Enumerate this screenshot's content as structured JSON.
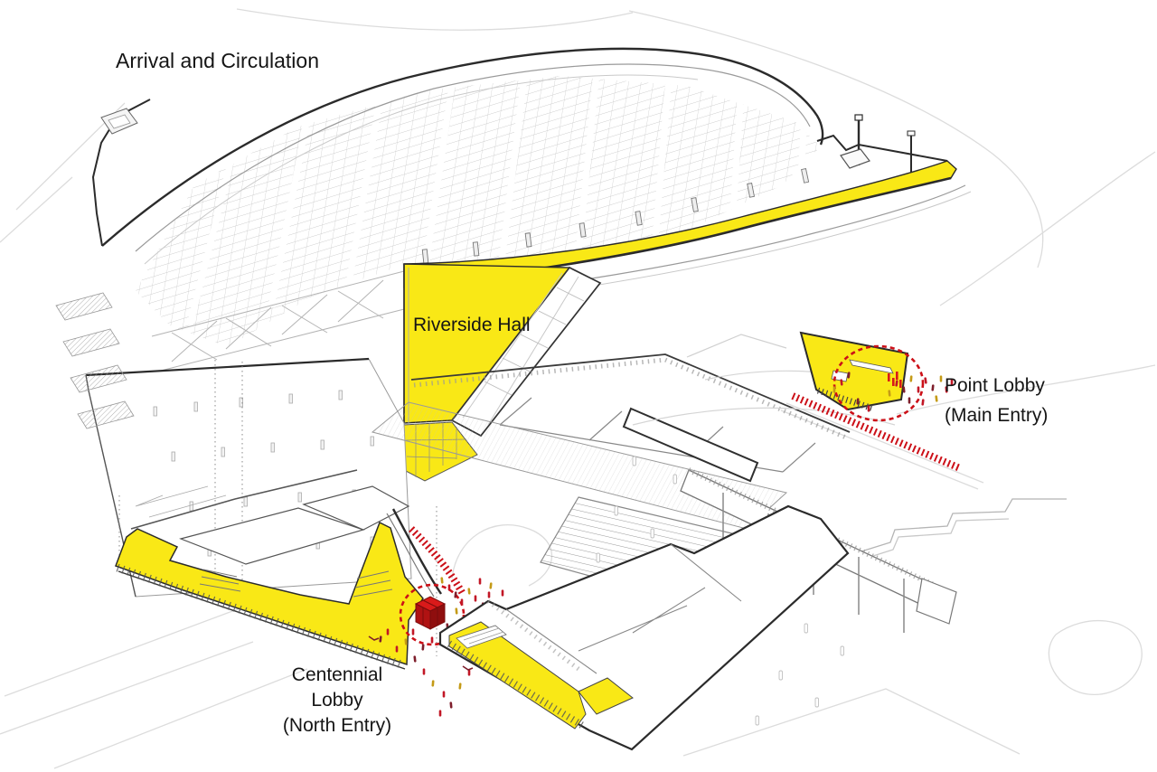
{
  "title": "Arrival and Circulation",
  "labels": {
    "riverside_hall": "Riverside Hall",
    "point_lobby_line1": "Point Lobby",
    "point_lobby_line2": "(Main Entry)",
    "centennial_line1": "Centennial",
    "centennial_line2": "Lobby",
    "centennial_line3": "(North Entry)"
  },
  "areas": [
    {
      "id": "riverside-hall",
      "label": "Riverside Hall",
      "highlighted": true
    },
    {
      "id": "point-lobby",
      "label": "Point Lobby (Main Entry)",
      "highlighted": true
    },
    {
      "id": "centennial-lobby",
      "label": "Centennial Lobby (North Entry)",
      "highlighted": true
    }
  ],
  "colors": {
    "circulation_highlight": "#F9E816",
    "entry_route_red": "#CC1018",
    "cube_red": "#D91A1A",
    "linework_dark": "#2B2B2B",
    "linework_mid": "#8A8A8A",
    "linework_light": "#C9C9C9",
    "background": "#FFFFFF"
  }
}
